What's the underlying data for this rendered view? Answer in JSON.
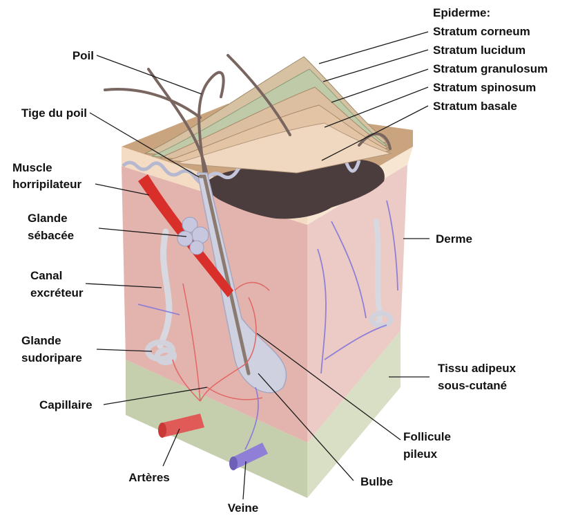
{
  "labels": {
    "epiderme": "Epiderme:",
    "stratum_corneum": "Stratum corneum",
    "stratum_lucidum": "Stratum lucidum",
    "stratum_granulosum": "Stratum granulosum",
    "stratum_spinosum": "Stratum spinosum",
    "stratum_basale": "Stratum basale",
    "poil": "Poil",
    "tige_du_poil": "Tige du poil",
    "muscle_line1": "Muscle",
    "muscle_line2": "horripilateur",
    "glande_sebacee_line1": "Glande",
    "glande_sebacee_line2": "sébacée",
    "canal_line1": "Canal",
    "canal_line2": "excréteur",
    "glande_sudoripare_line1": "Glande",
    "glande_sudoripare_line2": "sudoripare",
    "capillaire": "Capillaire",
    "arteres": "Artères",
    "veine": "Veine",
    "derme": "Derme",
    "tissu_line1": "Tissu adipeux",
    "tissu_line2": "sous-cutané",
    "follicule_line1": "Follicule",
    "follicule_line2": "pileux",
    "bulbe": "Bulbe"
  },
  "colors": {
    "dermis_front": "#e3b4ae",
    "dermis_side": "#eccac5",
    "epidermis_top": "#f1d9c0",
    "hypodermis_front": "#c5cfae",
    "hypodermis_side": "#d9dfc4",
    "artery": "#e0423f",
    "vein": "#8f7fd6",
    "hair": "#7a6660",
    "gland": "#d6d6e2"
  }
}
